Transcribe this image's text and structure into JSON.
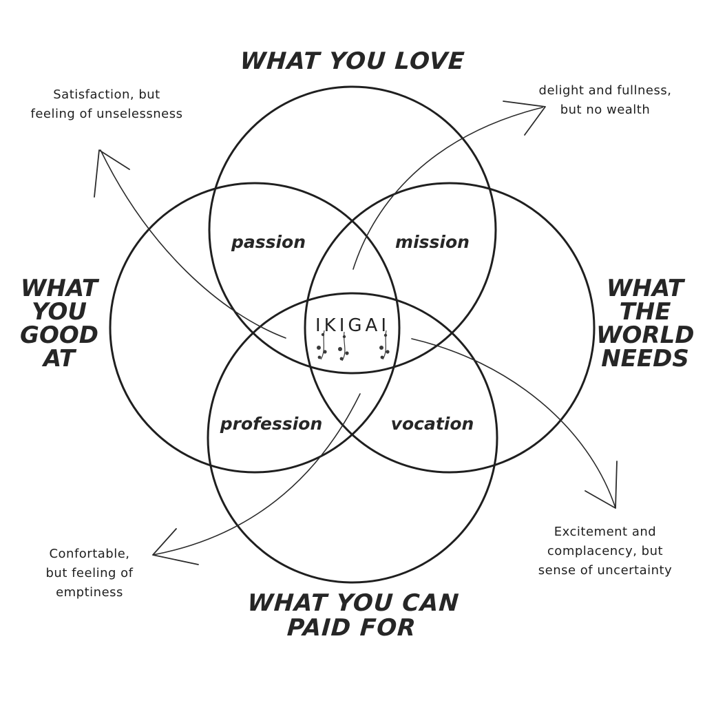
{
  "titles": {
    "love": "WHAT YOU LOVE",
    "good_at": [
      "WHAT",
      "YOU",
      "GOOD",
      "AT"
    ],
    "world_needs": [
      "WHAT",
      "THE",
      "WORLD",
      "NEEDS"
    ],
    "paid_for": [
      "WHAT YOU CAN",
      "PAID FOR"
    ]
  },
  "regions": {
    "passion": "passion",
    "mission": "mission",
    "profession": "profession",
    "vocation": "vocation",
    "center": "IKIGAI"
  },
  "notes": {
    "top_left": [
      "Satisfaction, but",
      "feeling of unselessness"
    ],
    "top_right": [
      "delight and fullness,",
      "but no wealth"
    ],
    "bottom_left": [
      "Confortable,",
      "but feeling of",
      "emptiness"
    ],
    "bottom_right": [
      "Excitement and",
      "complacency, but",
      "sense of uncertainty"
    ]
  },
  "colors": {
    "ink": "#1f1f1f",
    "background": "#ffffff"
  },
  "icons": {
    "arrows": "curved-arrow-icon",
    "vines": "flower-vine-icon"
  }
}
